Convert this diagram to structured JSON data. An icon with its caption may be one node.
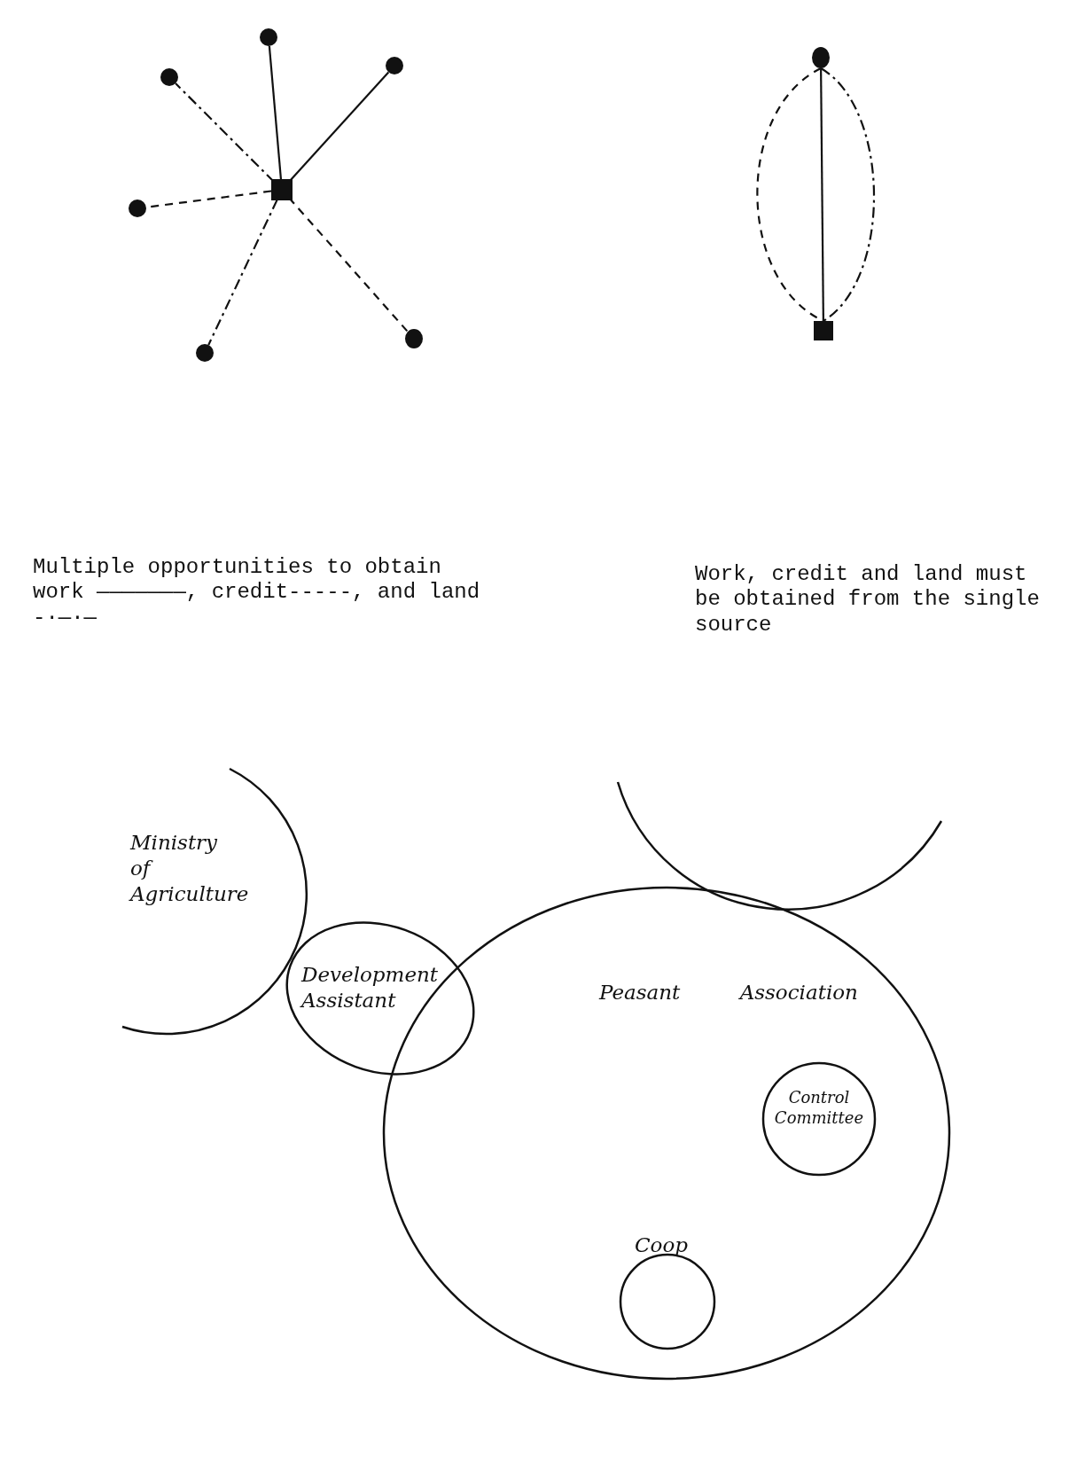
{
  "diagram": {
    "nodes": [
      {
        "text": [],
        "shape": "circle"
      },
      {
        "text": [],
        "shape": "circle"
      },
      {
        "text": [],
        "shape": "circle"
      },
      {
        "text": [],
        "shape": "circle"
      },
      {
        "text": [],
        "shape": "box"
      },
      {
        "text": [],
        "shape": "circle"
      },
      {
        "text": [],
        "shape": "circle"
      },
      {
        "text": [],
        "shape": "circle"
      },
      {
        "text": [],
        "shape": "box"
      },
      {
        "text": [
          "Ministry of Agriculture"
        ]
      },
      {
        "text": [
          "Development Assistant"
        ]
      },
      {
        "text": [],
        "shape": "circle"
      },
      {
        "text": [
          "Peasant Association"
        ]
      },
      {
        "text": [
          "Control Committee"
        ],
        "in": 12
      },
      {
        "text": [
          "Coop"
        ],
        "in": 12
      }
    ],
    "edges": [
      {
        "from": 4,
        "to": 3,
        "arrow": "none"
      },
      {
        "from": 4,
        "to": 5,
        "arrow": "none"
      },
      {
        "from": 4,
        "to": 1,
        "arrow": "none",
        "style": "dashed"
      },
      {
        "from": 4,
        "to": 0,
        "arrow": "none",
        "style": "dashed"
      },
      {
        "from": 4,
        "to": 2,
        "arrow": "none",
        "style": "dashed"
      },
      {
        "from": 4,
        "to": 6,
        "arrow": "none",
        "style": "dashed"
      },
      {
        "from": 7,
        "to": 8,
        "arrow": "none"
      },
      {
        "from": 7,
        "to": 8,
        "arrow": "none",
        "style": "dashed"
      },
      {
        "from": 7,
        "to": 8,
        "arrow": "none",
        "style": "dashed"
      }
    ],
    "labels": [
      "Multiple opportunities to obtain work ———————, credit-----, and land -·—·—",
      "Work, credit and land must be obtained from the single source"
    ]
  }
}
